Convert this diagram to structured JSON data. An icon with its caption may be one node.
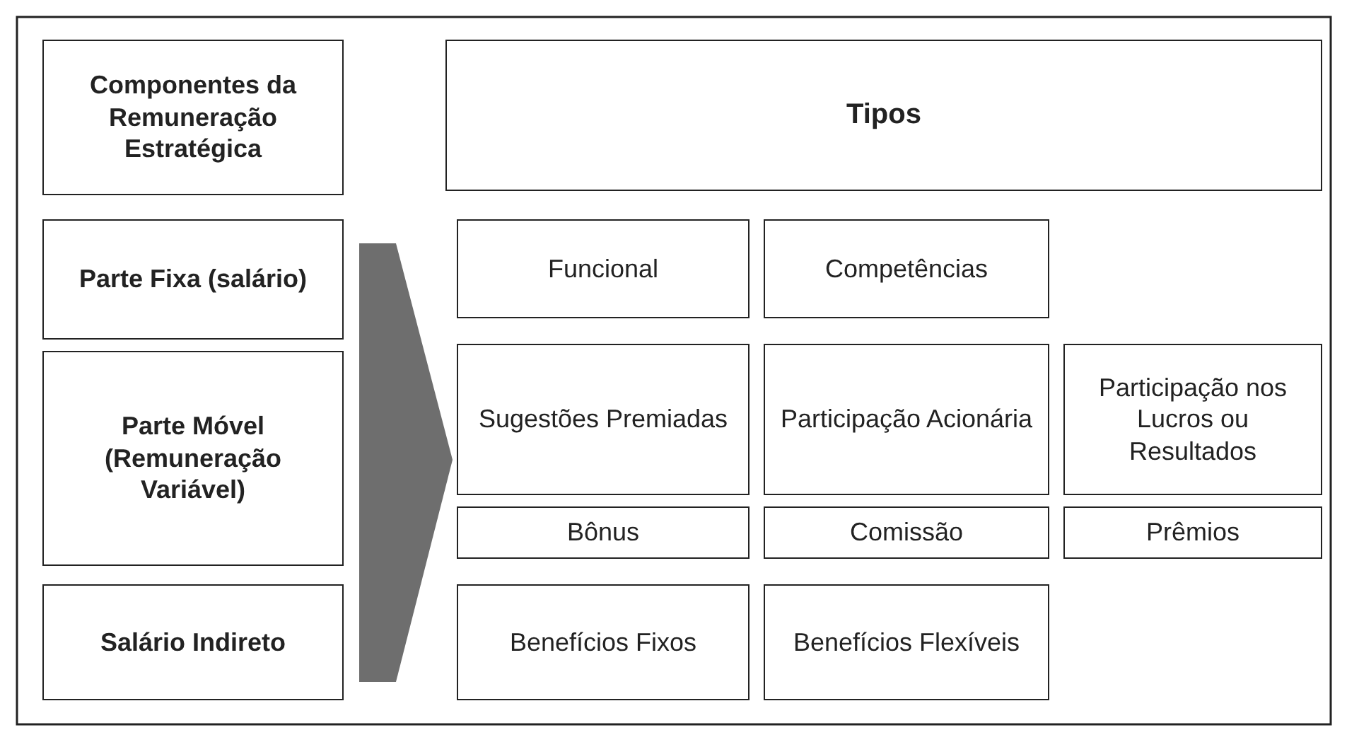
{
  "diagram": {
    "nodes": [
      {
        "text": [
          "Componentes da Remuneração Estratégica"
        ]
      },
      {
        "text": [
          "Tipos"
        ]
      },
      {
        "text": [
          "Parte Fixa (salário)"
        ]
      },
      {
        "text": [
          "Funcional"
        ]
      },
      {
        "text": [
          "Competências"
        ]
      },
      {
        "text": [
          "Parte Móvel (Remuneração Variável)"
        ]
      },
      {
        "text": [
          "Sugestões Premiadas"
        ]
      },
      {
        "text": [
          "Participação Acionária"
        ]
      },
      {
        "text": [
          "Participação nos Lucros ou Resultados"
        ]
      },
      {
        "text": [
          "Bônus"
        ]
      },
      {
        "text": [
          "Comissão"
        ]
      },
      {
        "text": [
          "Prêmios"
        ]
      },
      {
        "text": [
          "Salário Indireto"
        ]
      },
      {
        "text": [
          "Benefícios Fixos"
        ]
      },
      {
        "text": [
          "Benefícios Flexíveis"
        ]
      }
    ],
    "edges": []
  }
}
